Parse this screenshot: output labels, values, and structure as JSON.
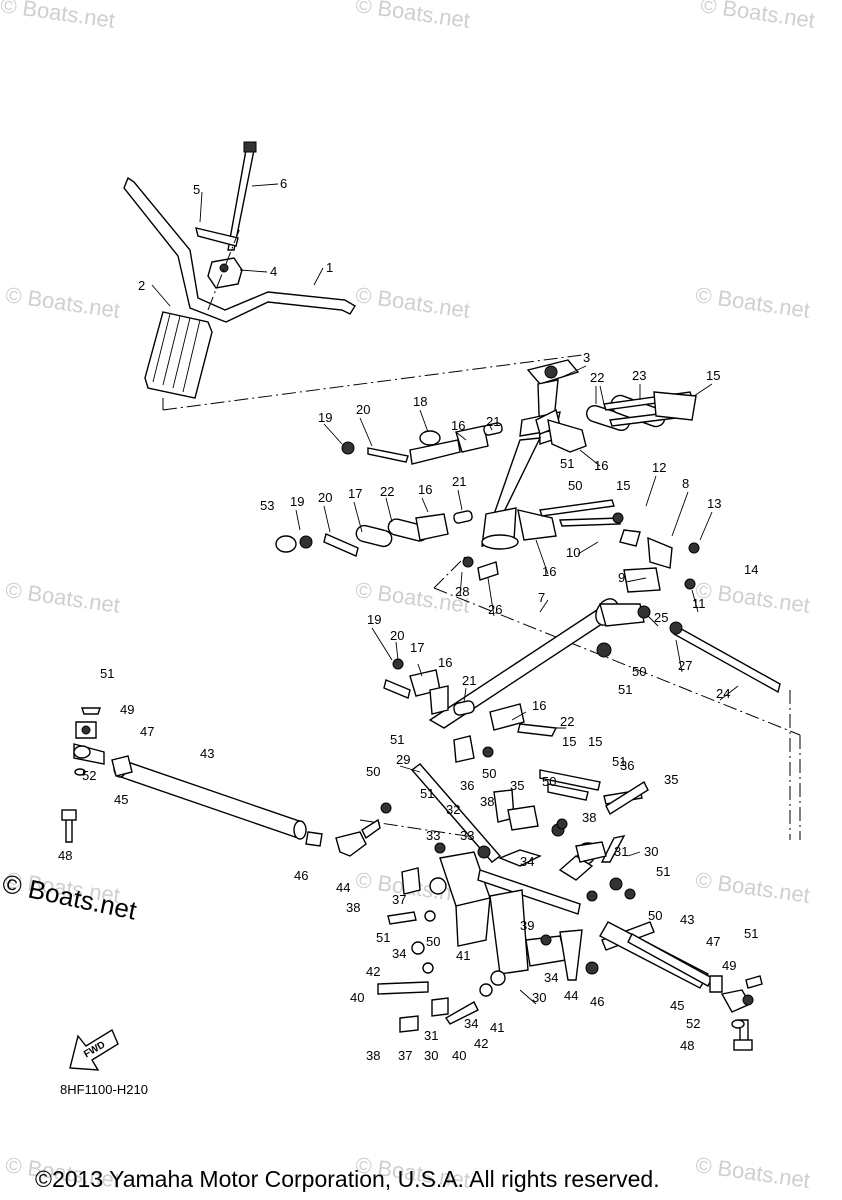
{
  "watermarks": [
    "© Boats.net",
    "© Boats.net",
    "© Boats.net",
    "© Boats.net",
    "© Boats.net",
    "© Boats.net",
    "© Boats.net",
    "© Boats.net",
    "© Boats.net",
    "© Boats.net",
    "© Boats.net",
    "© Boats.net",
    "© Boats.net",
    "© Boats.net",
    "© Boats.net"
  ],
  "side_watermark": "© Boats.net",
  "diagram_code": "8HF1100-H210",
  "fwd_label": "FWD",
  "copyright": "©2013 Yamaha Motor Corporation, U.S.A. All rights reserved.",
  "callouts": [
    "1",
    "2",
    "3",
    "4",
    "5",
    "6",
    "7",
    "8",
    "9",
    "10",
    "11",
    "12",
    "13",
    "14",
    "15",
    "15",
    "15",
    "15",
    "16",
    "16",
    "16",
    "16",
    "16",
    "16",
    "17",
    "17",
    "18",
    "19",
    "19",
    "19",
    "20",
    "20",
    "20",
    "21",
    "21",
    "21",
    "22",
    "22",
    "22",
    "23",
    "24",
    "25",
    "26",
    "27",
    "28",
    "29",
    "30",
    "30",
    "30",
    "31",
    "31",
    "32",
    "33",
    "33",
    "34",
    "34",
    "34",
    "34",
    "35",
    "35",
    "36",
    "36",
    "37",
    "37",
    "38",
    "38",
    "38",
    "38",
    "39",
    "40",
    "40",
    "41",
    "41",
    "42",
    "42",
    "43",
    "43",
    "44",
    "44",
    "45",
    "45",
    "46",
    "46",
    "47",
    "47",
    "48",
    "48",
    "49",
    "49",
    "50",
    "50",
    "50",
    "50",
    "50",
    "50",
    "50",
    "51",
    "51",
    "51",
    "51",
    "51",
    "51",
    "51",
    "51",
    "52",
    "52",
    "53"
  ]
}
